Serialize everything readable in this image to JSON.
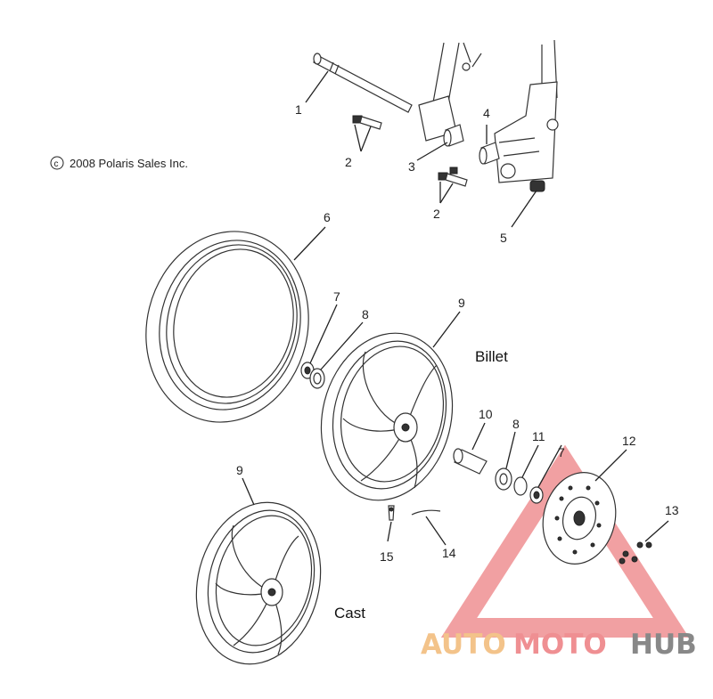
{
  "copyright": "2008 Polaris Sales Inc.",
  "copyright_symbol": "c",
  "variant_labels": {
    "billet": "Billet",
    "cast": "Cast"
  },
  "callouts": {
    "c1": "1",
    "c2a": "2",
    "c2b": "2",
    "c3": "3",
    "c4": "4",
    "c5": "5",
    "c6": "6",
    "c7a": "7",
    "c8a": "8",
    "c9a": "9",
    "c10": "10",
    "c8b": "8",
    "c11": "11",
    "c7b": "7",
    "c12": "12",
    "c13": "13",
    "c14": "14",
    "c15": "15",
    "c9b": "9"
  },
  "watermark": {
    "part1": "AUTO",
    "part2": "MOTO",
    "part3": "HUB",
    "colors": {
      "auto": "#f3c38a",
      "moto": "#ef8f92",
      "hub": "#888888",
      "triangle": "#ef8f92"
    }
  }
}
